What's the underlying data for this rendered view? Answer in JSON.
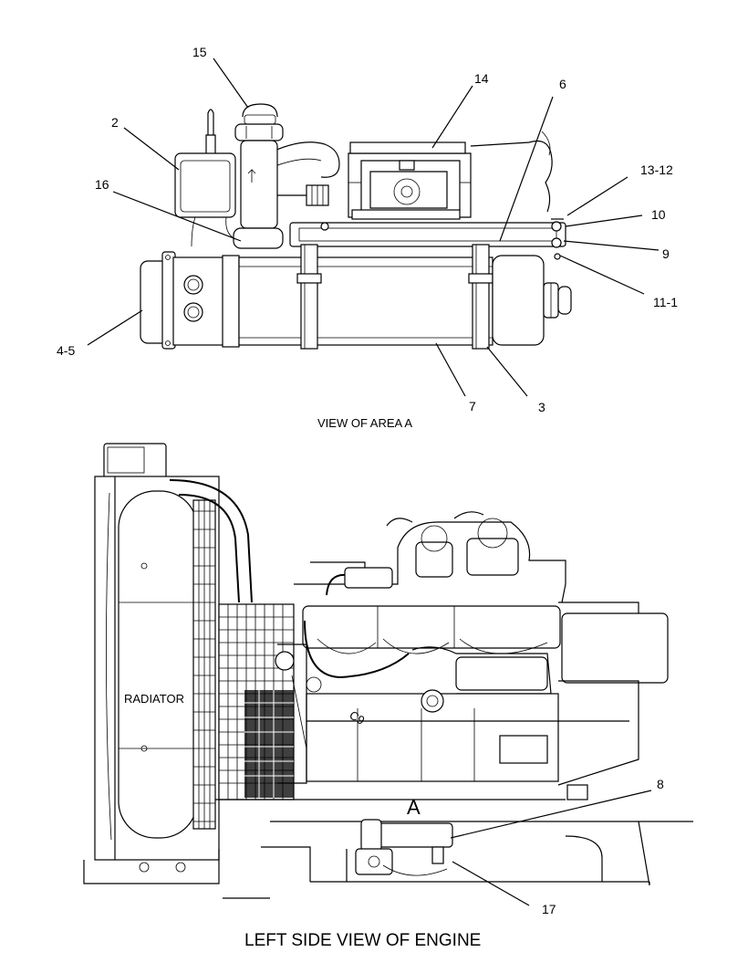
{
  "callouts": [
    "15",
    "14",
    "6",
    "2",
    "16",
    "13-12",
    "10",
    "9",
    "11-1",
    "4-5",
    "7",
    "3",
    "8",
    "17"
  ],
  "view_area_caption": "VIEW OF AREA  A",
  "main_caption": "LEFT SIDE VIEW OF ENGINE",
  "radiator_label": "RADIATOR",
  "area_letter": "A"
}
